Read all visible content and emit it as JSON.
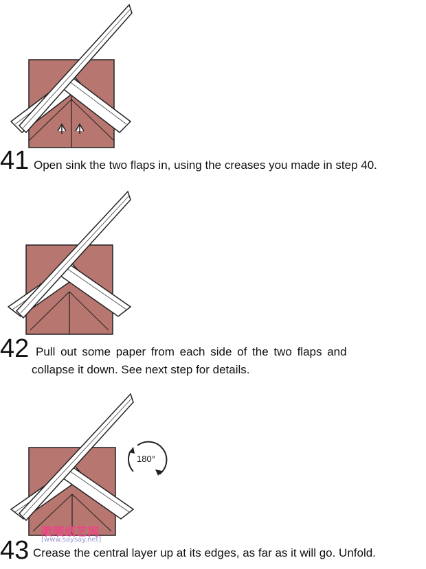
{
  "steps": [
    {
      "number": "41",
      "text": "Open sink the two flaps in, using the creases you made in step 40."
    },
    {
      "number": "42",
      "line1": "Pull out some paper from each side of the two flaps and",
      "line2": "collapse it down. See next step for details."
    },
    {
      "number": "43",
      "text": "Crease the central layer up at its edges, as far as it will go. Unfold.",
      "rotation_label": "180°"
    }
  ],
  "watermark": {
    "title": "晒晒纸艺网",
    "url": "[www.saysay.net]"
  },
  "colors": {
    "paper": "#b7766f",
    "white_side": "#ffffff",
    "outline": "#222222",
    "watermark": "#ee4488"
  }
}
